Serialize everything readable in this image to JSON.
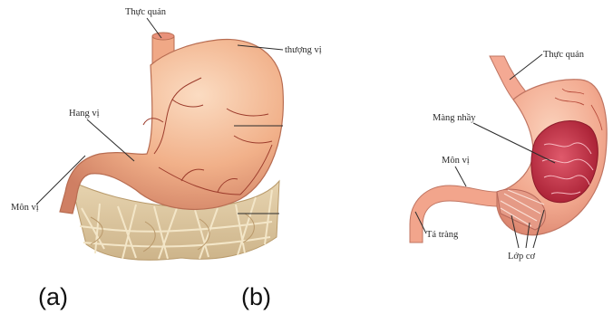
{
  "figure_a": {
    "labels": {
      "esophagus": "Thực quản",
      "fundus": "thượng vị",
      "antrum": "Hang vị",
      "pylorus": "Môn vị"
    },
    "caption": "(a)"
  },
  "figure_b": {
    "labels": {
      "esophagus": "Thực quản",
      "mucosa": "Màng nhầy",
      "pylorus": "Môn vị",
      "duodenum": "Tá tràng",
      "muscle_layer": "Lớp cơ"
    },
    "caption": "(b)"
  },
  "colors": {
    "stomach_fill": "#f1b089",
    "stomach_highlight": "#f8d4b6",
    "stomach_shadow": "#cc7b5f",
    "net_fill": "#dbc6a0",
    "vessel": "#9c3c2c",
    "mucosa": "#c8344a",
    "muscle": "#d89080"
  }
}
